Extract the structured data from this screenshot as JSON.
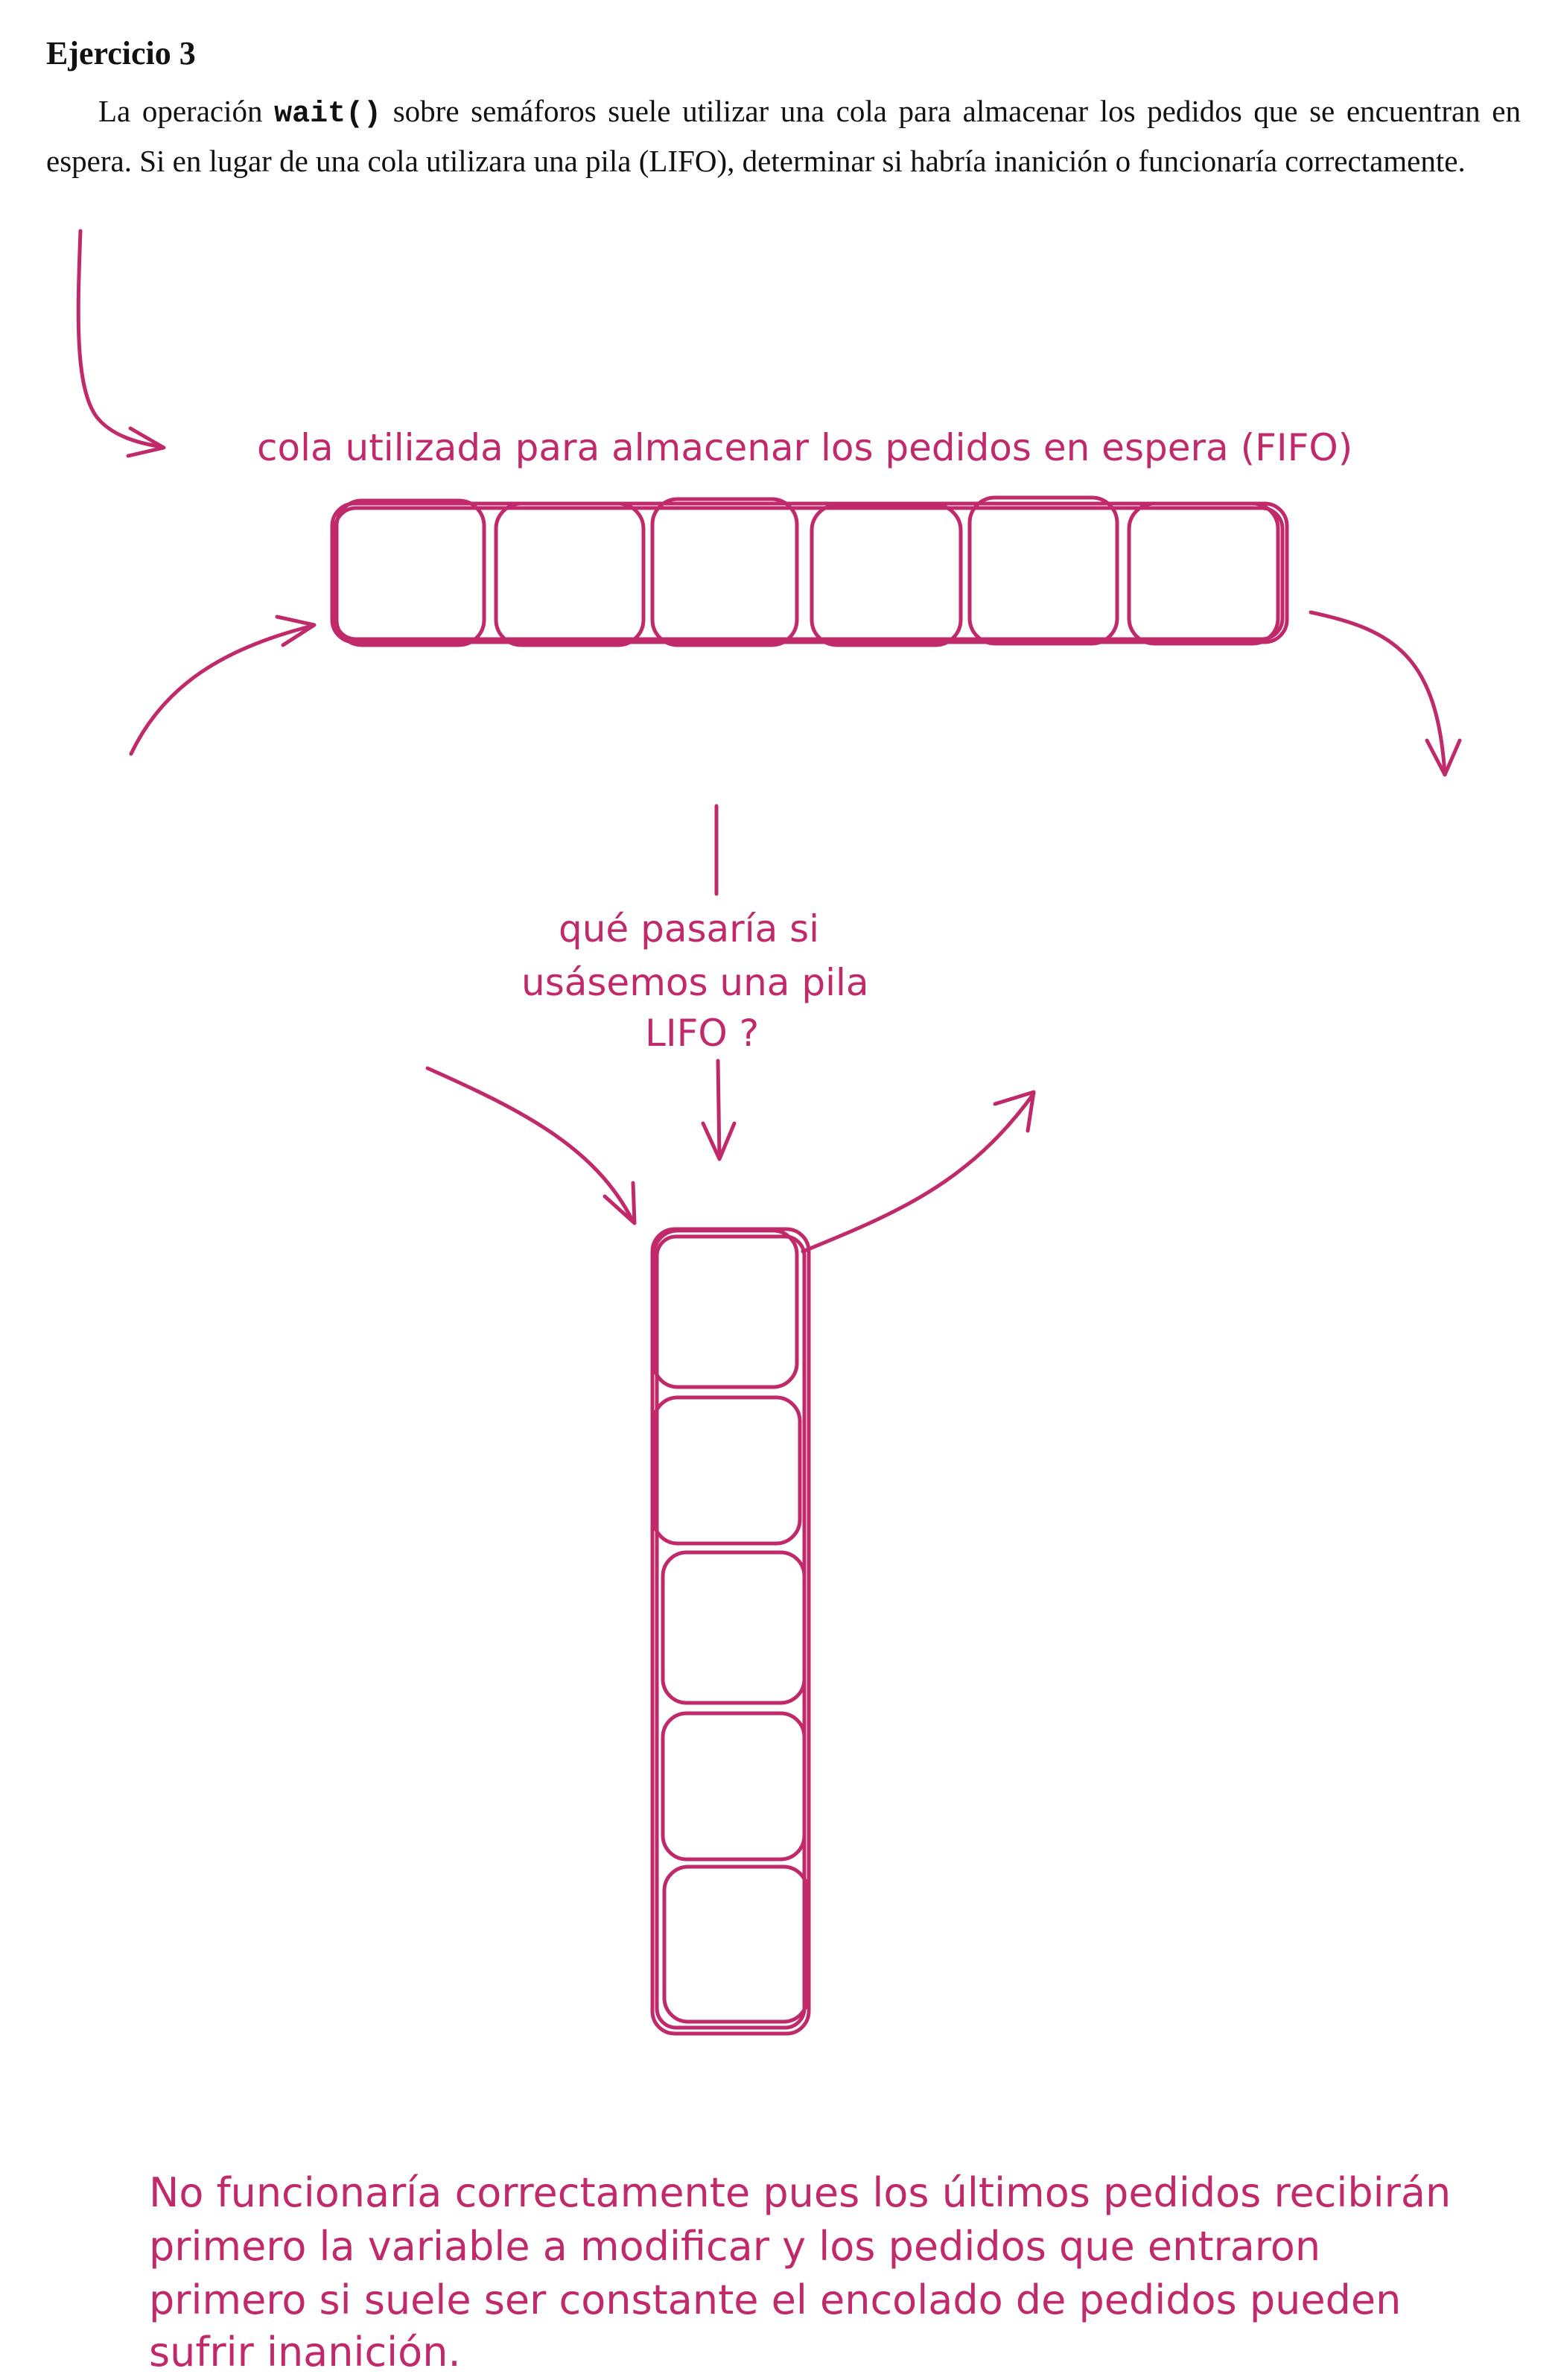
{
  "exercise": {
    "title": "Ejercicio 3",
    "text_before_code": "La operación ",
    "code": "wait()",
    "text_after_code": " sobre semáforos suele utilizar una cola para almacenar los pedidos que se encuentran en espera. Si en lugar de una cola utilizara una pila (LIFO), determinar si habría inanición o funcionaría correctamente."
  },
  "annotations": {
    "queue_label": "cola utilizada para almacenar los pedidos en espera (FIFO)",
    "question_lines": [
      "qué pasaría si",
      "usásemos una pila",
      "LIFO ?"
    ],
    "answer_lines": [
      "No funcionaría correctamente pues los últimos pedidos recibirán",
      "primero la variable a modificar y los pedidos que entraron",
      "primero si suele ser constante el encolado de pedidos pueden",
      "sufrir inanición."
    ]
  },
  "colors": {
    "ink": "#c02a6b",
    "text": "#111111",
    "background": "#ffffff"
  },
  "structures": {
    "queue_cells": 6,
    "stack_cells": 5
  }
}
